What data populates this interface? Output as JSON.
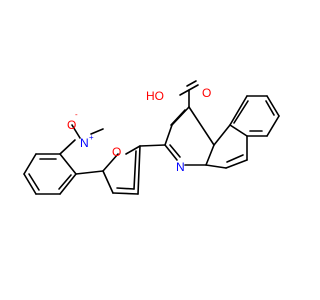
{
  "molecule": {
    "colors": {
      "bond": "#000000",
      "oxygen": "#ff0000",
      "nitrogen": "#0000ff",
      "background": "#ffffff"
    },
    "atom_labels": {
      "hydroxyl": "HO",
      "carbonyl_oxygen": "O",
      "ring_nitrogen": "N",
      "nitro_nitrogen": "N",
      "nitro_oxygen": "O",
      "furan_oxygen": "O",
      "nitrogen_charge": "+",
      "oxygen_charge": "-"
    }
  }
}
